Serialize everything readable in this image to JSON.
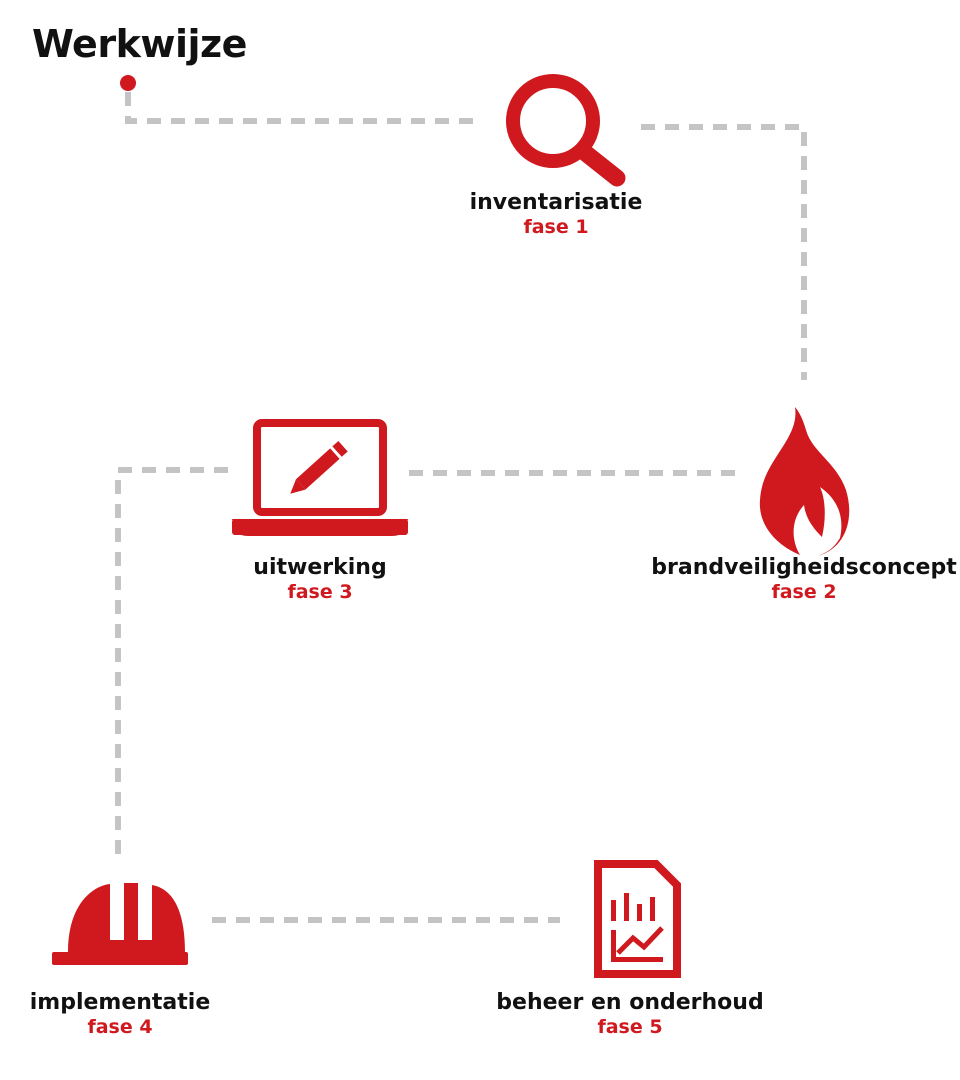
{
  "title": "Werkwijze",
  "colors": {
    "accent": "#d0191f",
    "connector": "#c4c4c4",
    "text": "#111111"
  },
  "phases": [
    {
      "name": "inventarisatie",
      "phase": "fase 1",
      "icon": "magnifier-icon"
    },
    {
      "name": "brandveiligheidsconcept",
      "phase": "fase 2",
      "icon": "flame-icon"
    },
    {
      "name": "uitwerking",
      "phase": "fase 3",
      "icon": "laptop-pencil-icon"
    },
    {
      "name": "implementatie",
      "phase": "fase 4",
      "icon": "hard-hat-icon"
    },
    {
      "name": "beheer en onderhoud",
      "phase": "fase 5",
      "icon": "report-chart-icon"
    }
  ]
}
